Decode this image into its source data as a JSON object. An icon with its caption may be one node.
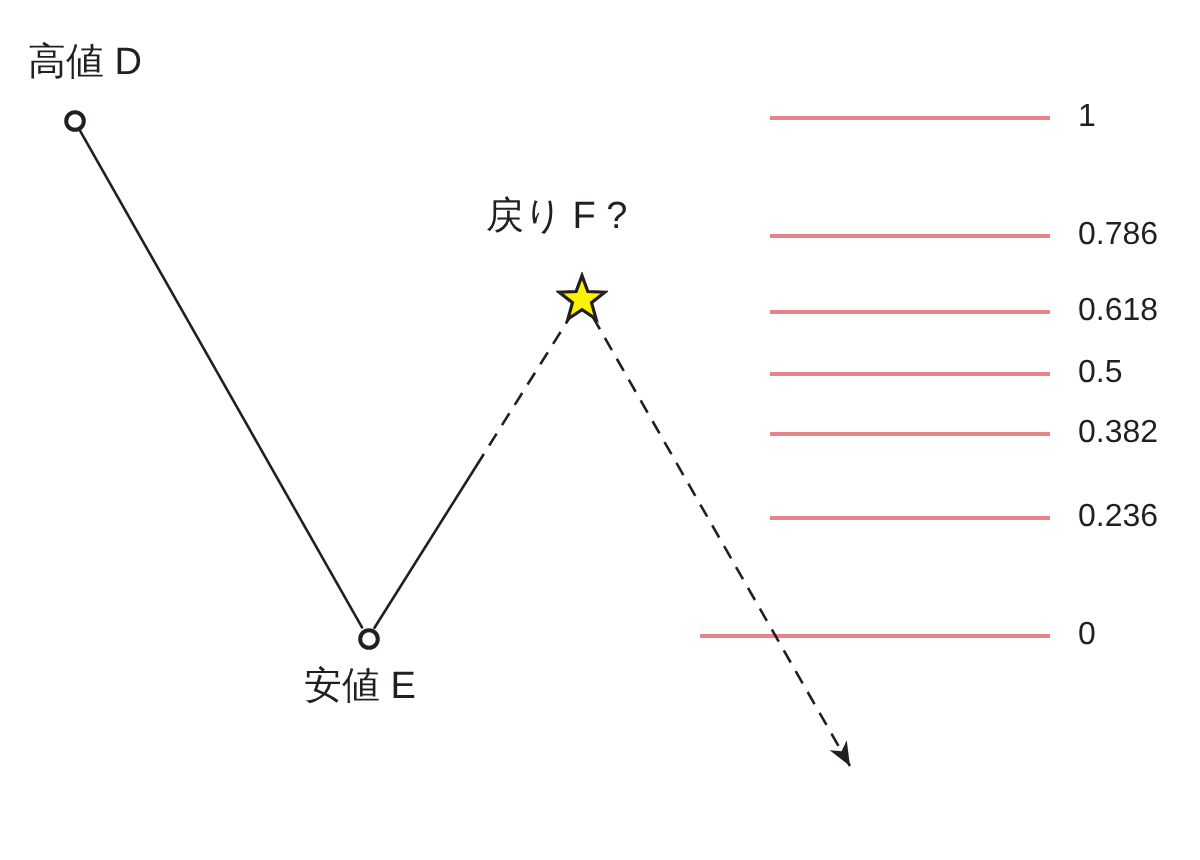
{
  "diagram": {
    "nodes": [
      {
        "text": [
          "高値 D"
        ]
      },
      {
        "text": [
          "安値 E"
        ]
      },
      {
        "text": [
          "戻り F ?"
        ]
      }
    ],
    "edges": [
      {
        "from": 0,
        "to": 1,
        "arrow": "none"
      },
      {
        "from": 1,
        "to": 2,
        "arrow": "none",
        "style": "dashed"
      },
      {
        "from": 2,
        "to": null,
        "arrow": "to",
        "style": "dashed"
      }
    ],
    "labels": [
      "1",
      "0.786",
      "0.618",
      "0.5",
      "0.382",
      "0.236",
      "0"
    ]
  }
}
